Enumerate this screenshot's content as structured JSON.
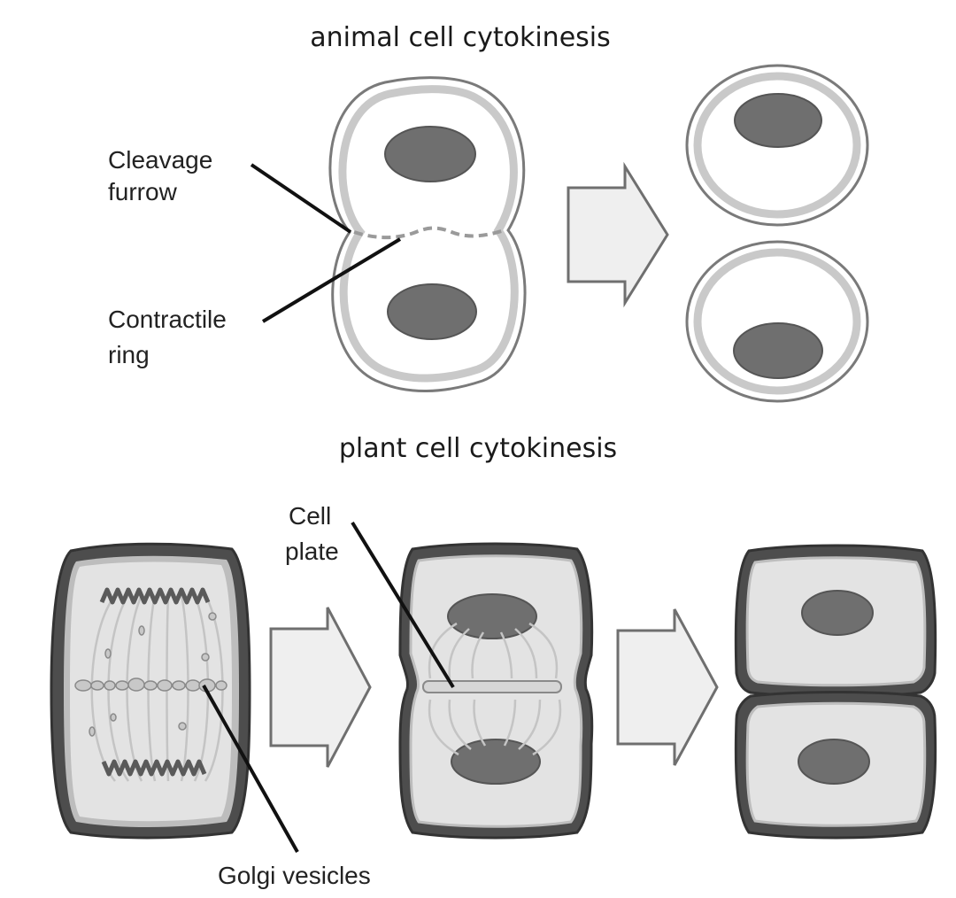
{
  "animal": {
    "title": "animal cell cytokinesis",
    "labels": {
      "cleavage_furrow": [
        "Cleavage",
        "furrow"
      ],
      "contractile_ring": [
        "Contractile",
        "ring"
      ]
    }
  },
  "plant": {
    "title": "plant cell cytokinesis",
    "labels": {
      "cell_plate": [
        "Cell",
        "plate"
      ],
      "golgi_vesicles": "Golgi vesicles"
    }
  },
  "colors": {
    "background": "#ffffff",
    "cell_outline": "#7a7a7a",
    "animal_membrane": "#c9c9c9",
    "nucleus": "#6f6f6f",
    "plant_wall": "#4d4d4d",
    "plant_cytoplasm": "#e3e3e3",
    "leader_line": "#111111",
    "arrow_fill": "#efefef"
  }
}
